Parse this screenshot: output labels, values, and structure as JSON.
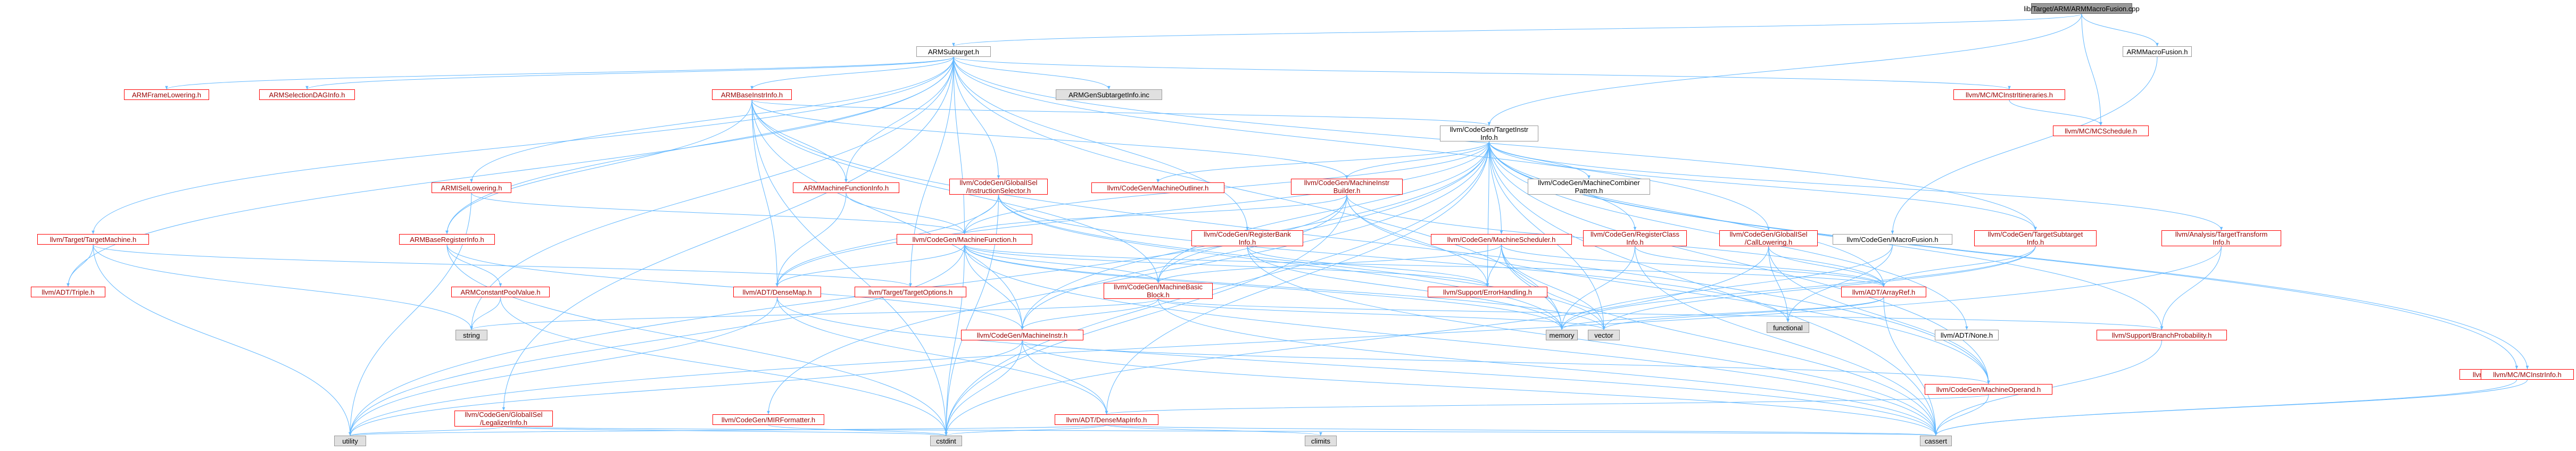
{
  "nodes": [
    {
      "id": "root",
      "label": "lib/Target/ARM/ARMMacroFusion.cpp",
      "kind": "root"
    },
    {
      "id": "armsubtarget",
      "label": "ARMSubtarget.h",
      "kind": "plain"
    },
    {
      "id": "armmacrofusion",
      "label": "ARMMacroFusion.h",
      "kind": "plain"
    },
    {
      "id": "armframelowering",
      "label": "ARMFrameLowering.h",
      "kind": "red"
    },
    {
      "id": "armselectiondag",
      "label": "ARMSelectionDAGInfo.h",
      "kind": "red"
    },
    {
      "id": "armgensubtarget",
      "label": "ARMGenSubtargetInfo.inc",
      "kind": "std"
    },
    {
      "id": "armbaseinstrinfo",
      "label": "ARMBaseInstrInfo.h",
      "kind": "red"
    },
    {
      "id": "mcinstritineraries",
      "label": "llvm/MC/MCInstrItineraries.h",
      "kind": "red"
    },
    {
      "id": "mcschedule",
      "label": "llvm/MC/MCSchedule.h",
      "kind": "red"
    },
    {
      "id": "targetinstrinfo",
      "label": "llvm/CodeGen/TargetInstr\nInfo.h",
      "kind": "plain"
    },
    {
      "id": "armisellowering",
      "label": "ARMISelLowering.h",
      "kind": "red"
    },
    {
      "id": "armmachinefunctioninfo",
      "label": "ARMMachineFunctionInfo.h",
      "kind": "red"
    },
    {
      "id": "globalisel_is",
      "label": "llvm/CodeGen/GlobalISel\n/InstructionSelector.h",
      "kind": "red"
    },
    {
      "id": "machineoutliner",
      "label": "llvm/CodeGen/MachineOutliner.h",
      "kind": "red"
    },
    {
      "id": "machineinstrbuilder",
      "label": "llvm/CodeGen/MachineInstr\nBuilder.h",
      "kind": "red"
    },
    {
      "id": "machinecombiner",
      "label": "llvm/CodeGen/MachineCombiner\nPattern.h",
      "kind": "plain"
    },
    {
      "id": "targettargetmachine",
      "label": "llvm/Target/TargetMachine.h",
      "kind": "red"
    },
    {
      "id": "armbaseregisterinfo",
      "label": "ARMBaseRegisterInfo.h",
      "kind": "red"
    },
    {
      "id": "machinefunction",
      "label": "llvm/CodeGen/MachineFunction.h",
      "kind": "red"
    },
    {
      "id": "registerbankinfo",
      "label": "llvm/CodeGen/RegisterBank\nInfo.h",
      "kind": "red"
    },
    {
      "id": "machinescheduler",
      "label": "llvm/CodeGen/MachineScheduler.h",
      "kind": "red"
    },
    {
      "id": "registerclassinfo",
      "label": "llvm/CodeGen/RegisterClass\nInfo.h",
      "kind": "red"
    },
    {
      "id": "globalisel_cl",
      "label": "llvm/CodeGen/GlobalISel\n/CallLowering.h",
      "kind": "red"
    },
    {
      "id": "codegenmacrofusion",
      "label": "llvm/CodeGen/MacroFusion.h",
      "kind": "plain"
    },
    {
      "id": "targetsubtargetinfo",
      "label": "llvm/CodeGen/TargetSubtarget\nInfo.h",
      "kind": "red"
    },
    {
      "id": "analysistargettransform",
      "label": "llvm/Analysis/TargetTransform\nInfo.h",
      "kind": "red"
    },
    {
      "id": "adttriple",
      "label": "llvm/ADT/Triple.h",
      "kind": "red"
    },
    {
      "id": "armconstantpoolvalue",
      "label": "ARMConstantPoolValue.h",
      "kind": "red"
    },
    {
      "id": "densemap",
      "label": "llvm/ADT/DenseMap.h",
      "kind": "red"
    },
    {
      "id": "targetoptions",
      "label": "llvm/Target/TargetOptions.h",
      "kind": "red"
    },
    {
      "id": "machinebasicblock",
      "label": "llvm/CodeGen/MachineBasic\nBlock.h",
      "kind": "red"
    },
    {
      "id": "errorhandling",
      "label": "llvm/Support/ErrorHandling.h",
      "kind": "red"
    },
    {
      "id": "arrayref",
      "label": "llvm/ADT/ArrayRef.h",
      "kind": "red"
    },
    {
      "id": "functional",
      "label": "functional",
      "kind": "std"
    },
    {
      "id": "string",
      "label": "string",
      "kind": "std"
    },
    {
      "id": "memory",
      "label": "memory",
      "kind": "std"
    },
    {
      "id": "vector",
      "label": "vector",
      "kind": "std"
    },
    {
      "id": "adtnone",
      "label": "llvm/ADT/None.h",
      "kind": "plain"
    },
    {
      "id": "branchprob",
      "label": "llvm/Support/BranchProbability.h",
      "kind": "red"
    },
    {
      "id": "machineinstr",
      "label": "llvm/CodeGen/MachineInstr.h",
      "kind": "red"
    },
    {
      "id": "machineoperand",
      "label": "llvm/CodeGen/MachineOperand.h",
      "kind": "red"
    },
    {
      "id": "densemapinfo",
      "label": "llvm/ADT/DenseMapInfo.h",
      "kind": "red"
    },
    {
      "id": "mirformatter",
      "label": "llvm/CodeGen/MIRFormatter.h",
      "kind": "red"
    },
    {
      "id": "legalizerinfo",
      "label": "llvm/CodeGen/GlobalISel\n/LegalizerInfo.h",
      "kind": "red"
    },
    {
      "id": "virtregmap",
      "label": "llvm/CodeGen/VirtRegMap.h",
      "kind": "red"
    },
    {
      "id": "mcinstrinfo",
      "label": "llvm/MC/MCInstrInfo.h",
      "kind": "red"
    },
    {
      "id": "utility",
      "label": "utility",
      "kind": "std"
    },
    {
      "id": "cstdint",
      "label": "cstdint",
      "kind": "std"
    },
    {
      "id": "climits",
      "label": "climits",
      "kind": "std"
    },
    {
      "id": "cassert",
      "label": "cassert",
      "kind": "std"
    }
  ],
  "edges": [
    [
      "root",
      "armsubtarget"
    ],
    [
      "root",
      "armmacrofusion"
    ],
    [
      "root",
      "targetinstrinfo"
    ],
    [
      "root",
      "mcschedule"
    ],
    [
      "armmacrofusion",
      "codegenmacrofusion"
    ],
    [
      "armsubtarget",
      "armframelowering"
    ],
    [
      "armsubtarget",
      "armselectiondag"
    ],
    [
      "armsubtarget",
      "armgensubtarget"
    ],
    [
      "armsubtarget",
      "armbaseinstrinfo"
    ],
    [
      "armsubtarget",
      "mcinstritineraries"
    ],
    [
      "armsubtarget",
      "armisellowering"
    ],
    [
      "armsubtarget",
      "armmachinefunctioninfo"
    ],
    [
      "armsubtarget",
      "globalisel_is"
    ],
    [
      "armsubtarget",
      "targettargetmachine"
    ],
    [
      "armsubtarget",
      "adttriple"
    ],
    [
      "armsubtarget",
      "armbaseregisterinfo"
    ],
    [
      "armsubtarget",
      "machinefunction"
    ],
    [
      "armsubtarget",
      "registerbankinfo"
    ],
    [
      "armsubtarget",
      "globalisel_cl"
    ],
    [
      "armsubtarget",
      "targetsubtargetinfo"
    ],
    [
      "armsubtarget",
      "legalizerinfo"
    ],
    [
      "armsubtarget",
      "string"
    ],
    [
      "armsubtarget",
      "memory"
    ],
    [
      "armsubtarget",
      "targetoptions"
    ],
    [
      "mcinstritineraries",
      "mcschedule"
    ],
    [
      "armbaseinstrinfo",
      "targetinstrinfo"
    ],
    [
      "armbaseinstrinfo",
      "machineinstrbuilder"
    ],
    [
      "armbaseinstrinfo",
      "densemap"
    ],
    [
      "armbaseinstrinfo",
      "machinebasicblock"
    ],
    [
      "armbaseinstrinfo",
      "machineinstr"
    ],
    [
      "armbaseinstrinfo",
      "armbaseregisterinfo"
    ],
    [
      "armbaseinstrinfo",
      "cstdint"
    ],
    [
      "armbaseinstrinfo",
      "machineoperand"
    ],
    [
      "armbaseinstrinfo",
      "armmachinefunctioninfo"
    ],
    [
      "targetinstrinfo",
      "machinecombiner"
    ],
    [
      "targetinstrinfo",
      "machineoutliner"
    ],
    [
      "targetinstrinfo",
      "machineinstrbuilder"
    ],
    [
      "targetinstrinfo",
      "machinefunction"
    ],
    [
      "targetinstrinfo",
      "machinescheduler"
    ],
    [
      "targetinstrinfo",
      "registerclassinfo"
    ],
    [
      "targetinstrinfo",
      "densemap"
    ],
    [
      "targetinstrinfo",
      "densemapinfo"
    ],
    [
      "targetinstrinfo",
      "arrayref"
    ],
    [
      "targetinstrinfo",
      "adtnone"
    ],
    [
      "targetinstrinfo",
      "machinebasicblock"
    ],
    [
      "targetinstrinfo",
      "machineinstr"
    ],
    [
      "targetinstrinfo",
      "machineoperand"
    ],
    [
      "targetinstrinfo",
      "mirformatter"
    ],
    [
      "targetinstrinfo",
      "virtregmap"
    ],
    [
      "targetinstrinfo",
      "mcinstrinfo"
    ],
    [
      "targetinstrinfo",
      "branchprob"
    ],
    [
      "targetinstrinfo",
      "errorhandling"
    ],
    [
      "targetinstrinfo",
      "cassert"
    ],
    [
      "targetinstrinfo",
      "cstdint"
    ],
    [
      "targetinstrinfo",
      "utility"
    ],
    [
      "targetinstrinfo",
      "vector"
    ],
    [
      "targetinstrinfo",
      "targetsubtargetinfo"
    ],
    [
      "targetinstrinfo",
      "analysistargettransform"
    ],
    [
      "armisellowering",
      "machinefunction"
    ],
    [
      "armisellowering",
      "utility"
    ],
    [
      "armmachinefunctioninfo",
      "machinefunction"
    ],
    [
      "armmachinefunctioninfo",
      "densemap"
    ],
    [
      "globalisel_is",
      "densemap"
    ],
    [
      "globalisel_is",
      "machinefunction"
    ],
    [
      "globalisel_is",
      "cstdint"
    ],
    [
      "globalisel_is",
      "memory"
    ],
    [
      "globalisel_is",
      "functional"
    ],
    [
      "globalisel_is",
      "vector"
    ],
    [
      "machineinstrbuilder",
      "machinefunction"
    ],
    [
      "machineinstrbuilder",
      "machineinstr"
    ],
    [
      "machineinstrbuilder",
      "machineoperand"
    ],
    [
      "machineinstrbuilder",
      "machinebasicblock"
    ],
    [
      "machineinstrbuilder",
      "errorhandling"
    ],
    [
      "machineinstrbuilder",
      "cstdint"
    ],
    [
      "machineinstrbuilder",
      "arrayref"
    ],
    [
      "targettargetmachine",
      "adttriple"
    ],
    [
      "targettargetmachine",
      "targetoptions"
    ],
    [
      "targettargetmachine",
      "string"
    ],
    [
      "targettargetmachine",
      "utility"
    ],
    [
      "armbaseregisterinfo",
      "armconstantpoolvalue"
    ],
    [
      "armbaseregisterinfo",
      "machineinstr"
    ],
    [
      "armbaseregisterinfo",
      "cstdint"
    ],
    [
      "machinefunction",
      "densemap"
    ],
    [
      "machinefunction",
      "machinebasicblock"
    ],
    [
      "machinefunction",
      "machineinstr"
    ],
    [
      "machinefunction",
      "arrayref"
    ],
    [
      "machinefunction",
      "errorhandling"
    ],
    [
      "machinefunction",
      "cassert"
    ],
    [
      "machinefunction",
      "cstdint"
    ],
    [
      "machinefunction",
      "memory"
    ],
    [
      "machinefunction",
      "utility"
    ],
    [
      "machinefunction",
      "vector"
    ],
    [
      "registerbankinfo",
      "errorhandling"
    ],
    [
      "registerbankinfo",
      "memory"
    ],
    [
      "registerbankinfo",
      "cassert"
    ],
    [
      "machinescheduler",
      "machinebasicblock"
    ],
    [
      "machinescheduler",
      "errorhandling"
    ],
    [
      "machinescheduler",
      "arrayref"
    ],
    [
      "machinescheduler",
      "memory"
    ],
    [
      "machinescheduler",
      "vector"
    ],
    [
      "machinescheduler",
      "cassert"
    ],
    [
      "registerclassinfo",
      "arrayref"
    ],
    [
      "registerclassinfo",
      "memory"
    ],
    [
      "registerclassinfo",
      "cassert"
    ],
    [
      "globalisel_cl",
      "arrayref"
    ],
    [
      "globalisel_cl",
      "machineoperand"
    ],
    [
      "globalisel_cl",
      "functional"
    ],
    [
      "globalisel_cl",
      "cstdint"
    ],
    [
      "codegenmacrofusion",
      "functional"
    ],
    [
      "codegenmacrofusion",
      "memory"
    ],
    [
      "targetsubtargetinfo",
      "arrayref"
    ],
    [
      "targetsubtargetinfo",
      "vector"
    ],
    [
      "targetsubtargetinfo",
      "memory"
    ],
    [
      "analysistargettransform",
      "branchprob"
    ],
    [
      "analysistargettransform",
      "utility"
    ],
    [
      "armconstantpoolvalue",
      "string"
    ],
    [
      "armconstantpoolvalue",
      "cstdint"
    ],
    [
      "densemap",
      "densemapinfo"
    ],
    [
      "densemap",
      "utility"
    ],
    [
      "densemap",
      "cassert"
    ],
    [
      "machinebasicblock",
      "machineinstr"
    ],
    [
      "machinebasicblock",
      "branchprob"
    ],
    [
      "machinebasicblock",
      "cassert"
    ],
    [
      "machinebasicblock",
      "string"
    ],
    [
      "machinebasicblock",
      "vector"
    ],
    [
      "arrayref",
      "vector"
    ],
    [
      "arrayref",
      "cassert"
    ],
    [
      "arrayref",
      "memory"
    ],
    [
      "branchprob",
      "cassert"
    ],
    [
      "machineinstr",
      "densemapinfo"
    ],
    [
      "machineinstr",
      "machineoperand"
    ],
    [
      "machineinstr",
      "cassert"
    ],
    [
      "machineinstr",
      "cstdint"
    ],
    [
      "machineinstr",
      "utility"
    ],
    [
      "machineoperand",
      "densemapinfo"
    ],
    [
      "machineoperand",
      "cassert"
    ],
    [
      "densemapinfo",
      "cassert"
    ],
    [
      "densemapinfo",
      "cstdint"
    ],
    [
      "densemapinfo",
      "utility"
    ],
    [
      "densemapinfo",
      "climits"
    ],
    [
      "mirformatter",
      "cstdint"
    ],
    [
      "legalizerinfo",
      "cstdint"
    ],
    [
      "legalizerinfo",
      "utility"
    ],
    [
      "legalizerinfo",
      "cassert"
    ],
    [
      "virtregmap",
      "cassert"
    ],
    [
      "mcinstrinfo",
      "cassert"
    ]
  ],
  "colors": {
    "edge": "#63b8ff",
    "node_border": "#999999",
    "red_border": "#ff0000",
    "std_fill": "#e0e0e0",
    "root_fill": "#999999"
  }
}
